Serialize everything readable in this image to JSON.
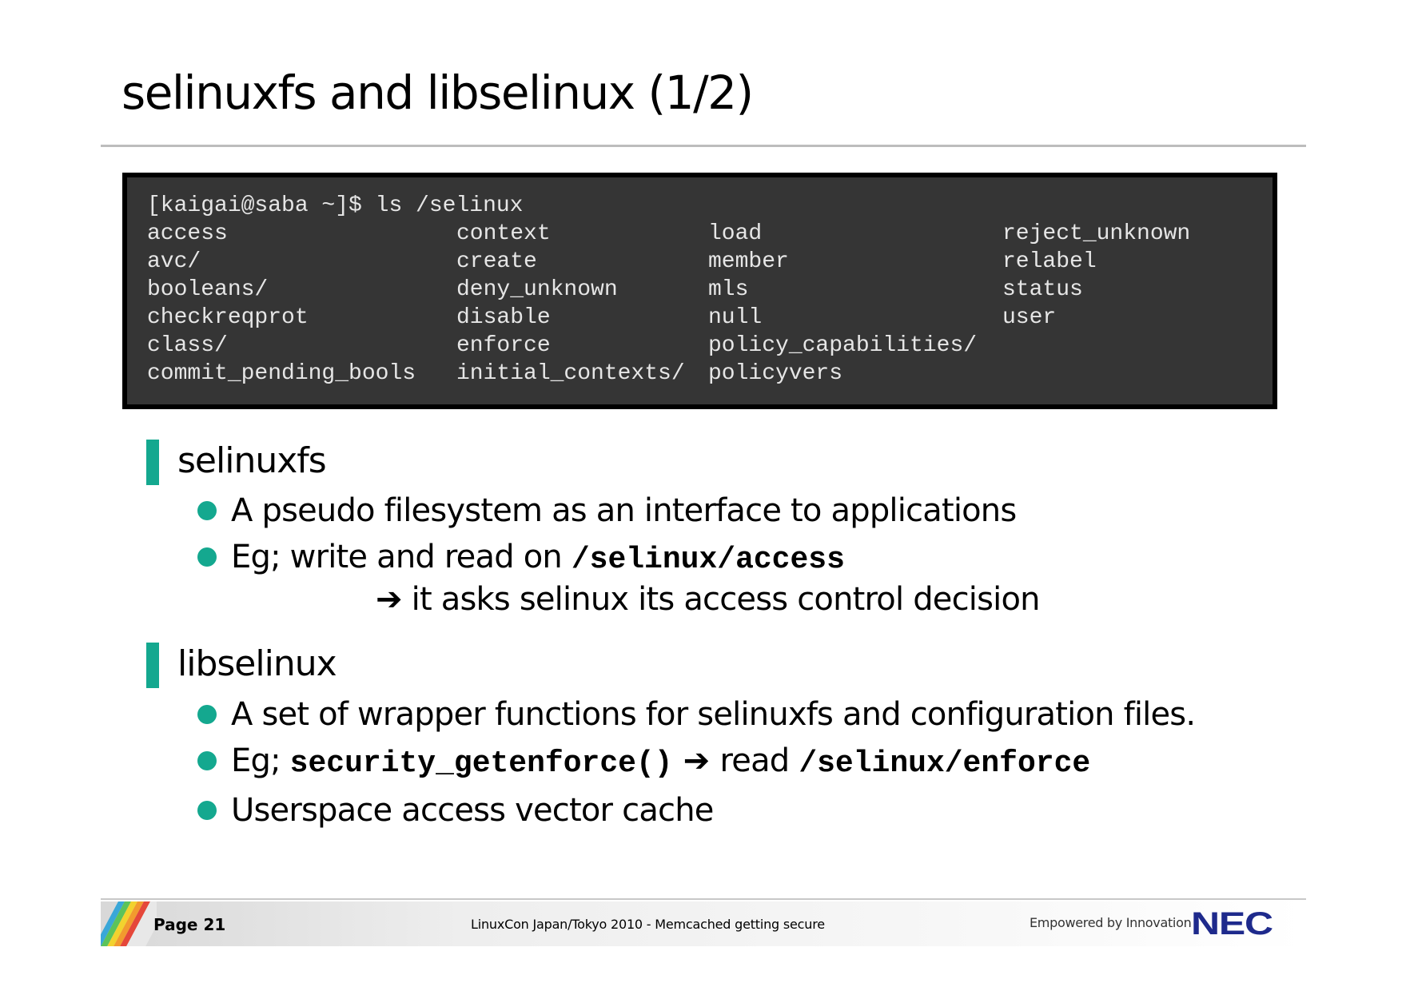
{
  "slide": {
    "title": "selinuxfs and libselinux (1/2)"
  },
  "terminal": {
    "prompt": "[kaigai@saba ~]$ ls /selinux",
    "columns": [
      [
        "access",
        "avc/",
        "booleans/",
        "checkreqprot",
        "class/",
        "commit_pending_bools"
      ],
      [
        "context",
        "create",
        "deny_unknown",
        "disable",
        "enforce",
        "initial_contexts/"
      ],
      [
        "load",
        "member",
        "mls",
        "null",
        "policy_capabilities/",
        "policyvers"
      ],
      [
        "reject_unknown",
        "relabel",
        "status",
        "user"
      ]
    ]
  },
  "sections": [
    {
      "title": "selinuxfs",
      "bullets": [
        {
          "text": "A pseudo filesystem as an interface to applications"
        },
        {
          "prefix": "Eg; write and read on ",
          "code": "/selinux/access"
        }
      ],
      "continuation": {
        "arrow": "➔",
        "text": " it asks selinux its access control decision"
      }
    },
    {
      "title": "libselinux",
      "bullets": [
        {
          "text": "A set of wrapper functions for selinuxfs and configuration files."
        },
        {
          "prefix": "Eg; ",
          "code": "security_getenforce()",
          "arrow": " ➔ ",
          "middle": "read ",
          "code2": "/selinux/enforce"
        },
        {
          "text": "Userspace access vector cache"
        }
      ]
    }
  ],
  "footer": {
    "page": "Page 21",
    "center": "LinuxCon Japan/Tokyo 2010 - Memcached getting secure",
    "tagline": "Empowered by Innovation",
    "logo": "NEC",
    "logo_color": "#1e2a8c"
  },
  "colors": {
    "accent": "#14a88f",
    "terminal_bg": "#353535",
    "terminal_text": "#e6e6e6"
  }
}
